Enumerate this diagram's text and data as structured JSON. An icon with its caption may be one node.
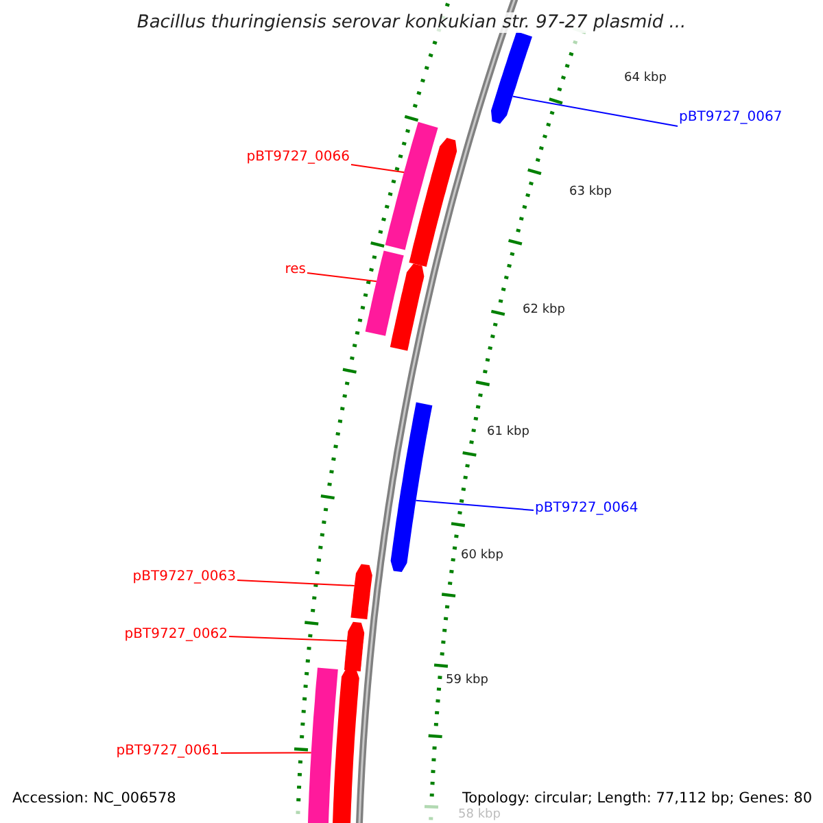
{
  "diagram": {
    "title": "Bacillus thuringiensis serovar konkukian str. 97-27 plasmid ...",
    "nodes": [
      {
        "text": [
          "pBT9727_0067"
        ]
      },
      {
        "text": [
          "pBT9727_0066"
        ]
      },
      {
        "text": [
          "res"
        ]
      },
      {
        "text": [
          "pBT9727_0064"
        ]
      },
      {
        "text": [
          "pBT9727_0063"
        ]
      },
      {
        "text": [
          "pBT9727_0062"
        ]
      },
      {
        "text": [
          "pBT9727_0061"
        ]
      },
      {
        "text": [],
        "shape": "bar"
      },
      {
        "text": [],
        "shape": "bar"
      },
      {
        "text": [],
        "shape": "bar"
      },
      {
        "text": [],
        "shape": "bar"
      },
      {
        "text": [],
        "shape": "bar"
      },
      {
        "text": [],
        "shape": "bar"
      },
      {
        "text": [],
        "shape": "bar"
      },
      {
        "text": [],
        "shape": "bar"
      },
      {
        "text": [],
        "shape": "bar"
      },
      {
        "text": [],
        "shape": "bar"
      }
    ],
    "edges": [
      {
        "from": 0,
        "to": 7,
        "arrow": "none",
        "color": "#0000ff"
      },
      {
        "from": 1,
        "to": 8,
        "arrow": "none"
      },
      {
        "from": 2,
        "to": 10,
        "arrow": "none"
      },
      {
        "from": 3,
        "to": 12,
        "arrow": "none",
        "color": "#0000ff"
      },
      {
        "from": 4,
        "to": 13,
        "arrow": "none"
      },
      {
        "from": 5,
        "to": 14,
        "arrow": "none"
      },
      {
        "from": 6,
        "to": 15,
        "arrow": "none"
      }
    ],
    "labels": [
      "64 kbp",
      "63 kbp",
      "62 kbp",
      "61 kbp",
      "60 kbp",
      "59 kbp",
      "58 kbp",
      "Accession: NC_006578",
      "Topology: circular; Length: 77,112 bp; Genes: 80"
    ]
  }
}
